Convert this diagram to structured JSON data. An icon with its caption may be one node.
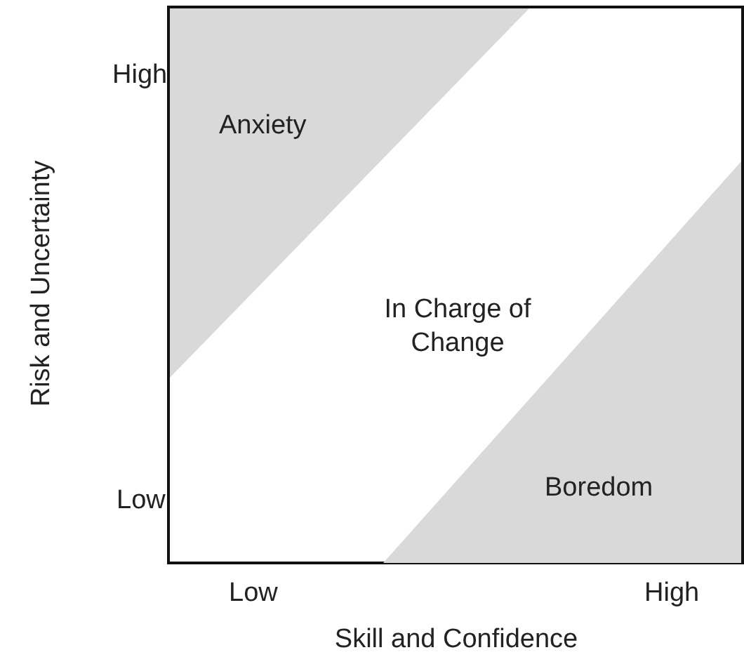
{
  "diagram": {
    "nodes": [
      {
        "text": [
          "In Charge of Change"
        ]
      },
      {
        "text": [
          "Anxiety"
        ],
        "in": 0
      },
      {
        "text": [
          "Boredom"
        ],
        "in": 0
      }
    ],
    "labels": [
      "High",
      "Low",
      "Risk and Uncertainty",
      "Low",
      "High",
      "Skill and Confidence"
    ]
  }
}
